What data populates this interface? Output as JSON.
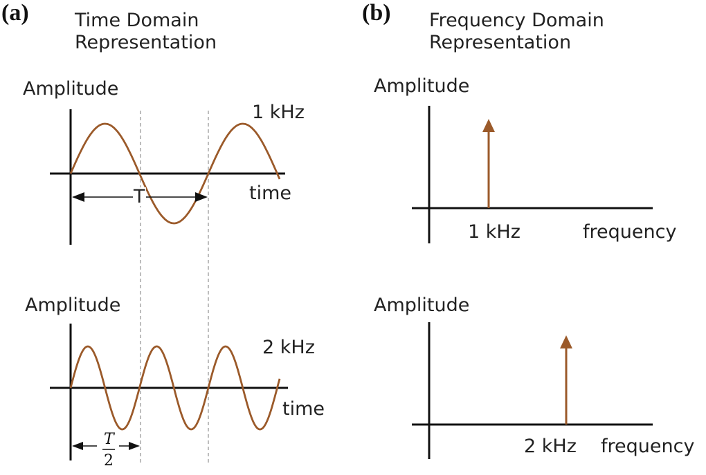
{
  "panel_a": {
    "label": "(a)",
    "heading": "Time Domain\nRepresentation",
    "top": {
      "ylabel": "Amplitude",
      "freq_label": "1 kHz",
      "xlabel": "time",
      "period_label": "T"
    },
    "bottom": {
      "ylabel": "Amplitude",
      "freq_label": "2 kHz",
      "xlabel": "time",
      "period_num": "T",
      "period_den": "2"
    }
  },
  "panel_b": {
    "label": "(b)",
    "heading": "Frequency Domain\nRepresentation",
    "top": {
      "ylabel": "Amplitude",
      "tick_label": "1 kHz",
      "xlabel": "frequency"
    },
    "bottom": {
      "ylabel": "Amplitude",
      "tick_label": "2 kHz",
      "xlabel": "frequency"
    }
  },
  "colors": {
    "waveform": "#9b5a2a",
    "axis": "#111111",
    "guide": "#9a9a9a"
  }
}
